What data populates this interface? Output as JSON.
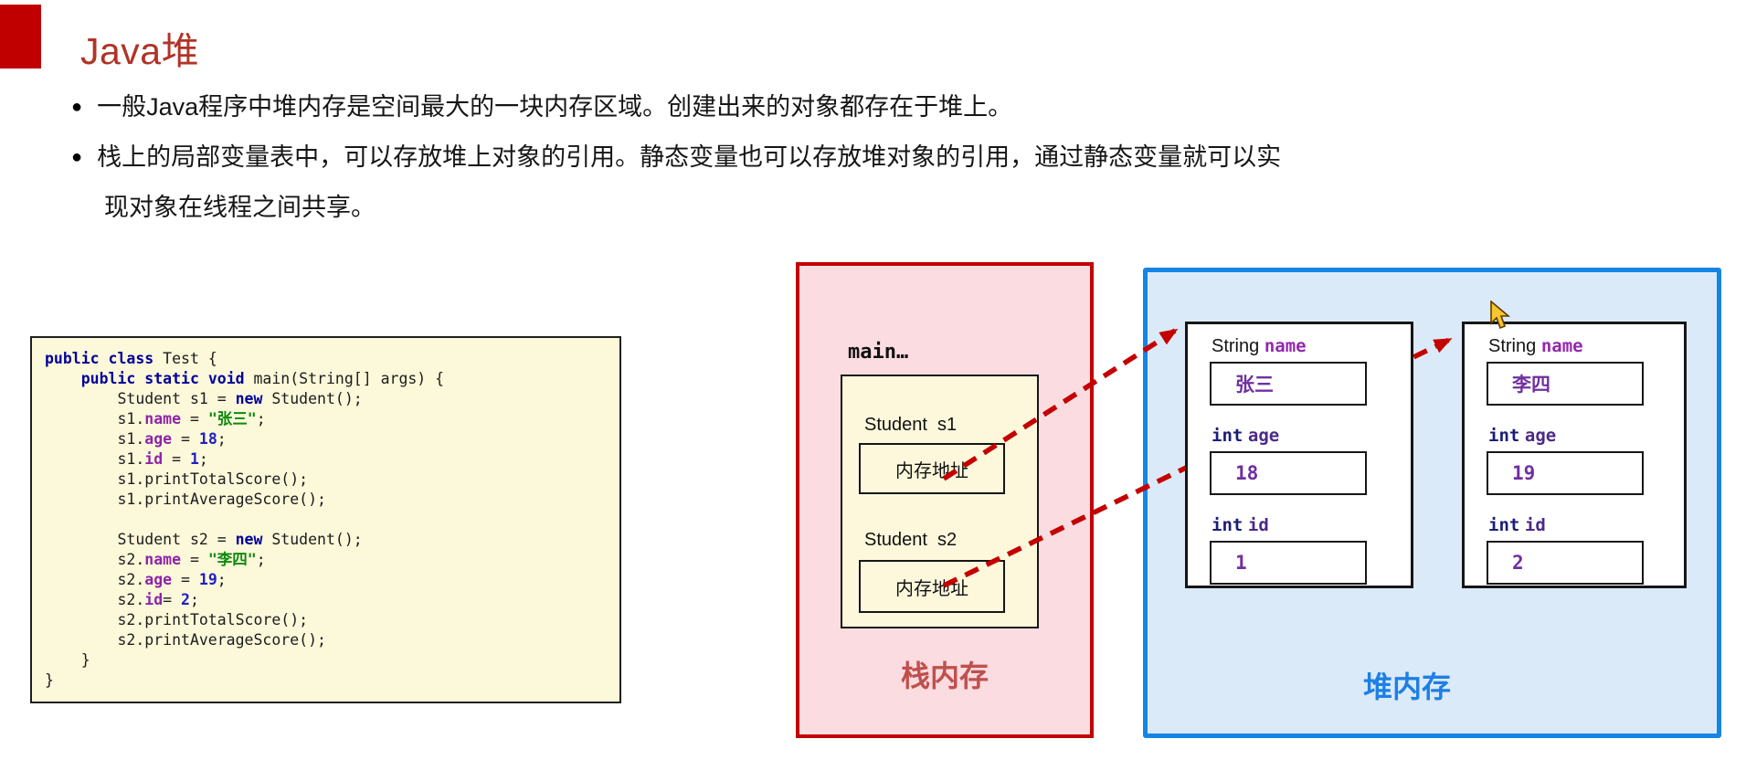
{
  "title": "Java堆",
  "bullets": [
    "一般Java程序中堆内存是空间最大的一块内存区域。创建出来的对象都存在于堆上。",
    "栈上的局部变量表中，可以存放堆上对象的引用。静态变量也可以存放堆对象的引用，通过静态变量就可以实",
    "现对象在线程之间共享。"
  ],
  "code": {
    "lines": [
      [
        [
          "k",
          "public class "
        ],
        [
          "p",
          "Test {"
        ]
      ],
      [
        [
          "p",
          "    "
        ],
        [
          "k",
          "public static void "
        ],
        [
          "p",
          "main(String[] args) {"
        ]
      ],
      [
        [
          "p",
          "        Student s1 = "
        ],
        [
          "k",
          "new"
        ],
        [
          "p",
          " Student();"
        ]
      ],
      [
        [
          "p",
          "        s1."
        ],
        [
          "f",
          "name"
        ],
        [
          "p",
          " = "
        ],
        [
          "s",
          "\"张三\""
        ],
        [
          "p",
          ";"
        ]
      ],
      [
        [
          "p",
          "        s1."
        ],
        [
          "f",
          "age"
        ],
        [
          "p",
          " = "
        ],
        [
          "n",
          "18"
        ],
        [
          "p",
          ";"
        ]
      ],
      [
        [
          "p",
          "        s1."
        ],
        [
          "f",
          "id"
        ],
        [
          "p",
          " = "
        ],
        [
          "n",
          "1"
        ],
        [
          "p",
          ";"
        ]
      ],
      [
        [
          "p",
          "        s1.printTotalScore();"
        ]
      ],
      [
        [
          "p",
          "        s1.printAverageScore();"
        ]
      ],
      [
        [
          "p",
          ""
        ]
      ],
      [
        [
          "p",
          "        Student s2 = "
        ],
        [
          "k",
          "new"
        ],
        [
          "p",
          " Student();"
        ]
      ],
      [
        [
          "p",
          "        s2."
        ],
        [
          "f",
          "name"
        ],
        [
          "p",
          " = "
        ],
        [
          "s",
          "\"李四\""
        ],
        [
          "p",
          ";"
        ]
      ],
      [
        [
          "p",
          "        s2."
        ],
        [
          "f",
          "age"
        ],
        [
          "p",
          " = "
        ],
        [
          "n",
          "19"
        ],
        [
          "p",
          ";"
        ]
      ],
      [
        [
          "p",
          "        s2."
        ],
        [
          "f",
          "id"
        ],
        [
          "p",
          "= "
        ],
        [
          "n",
          "2"
        ],
        [
          "p",
          ";"
        ]
      ],
      [
        [
          "p",
          "        s2.printTotalScore();"
        ]
      ],
      [
        [
          "p",
          "        s2.printAverageScore();"
        ]
      ],
      [
        [
          "p",
          "    }"
        ]
      ],
      [
        [
          "p",
          "}"
        ]
      ]
    ]
  },
  "stack": {
    "label": "栈内存",
    "frame_label": "main…",
    "vars": [
      {
        "decl": "Student  s1",
        "ref": "内存地址"
      },
      {
        "decl": "Student  s2",
        "ref": "内存地址"
      }
    ]
  },
  "heap": {
    "label": "堆内存",
    "objects": [
      {
        "fields": [
          {
            "type": "String",
            "name": "name",
            "value": "张三"
          },
          {
            "type": "int",
            "name": "age",
            "value": "18"
          },
          {
            "type": "int",
            "name": "id",
            "value": "1"
          }
        ]
      },
      {
        "fields": [
          {
            "type": "String",
            "name": "name",
            "value": "李四"
          },
          {
            "type": "int",
            "name": "age",
            "value": "19"
          },
          {
            "type": "int",
            "name": "id",
            "value": "2"
          }
        ]
      }
    ]
  },
  "colors": {
    "accent_red": "#c40000",
    "title_red": "#b03427",
    "stack_bg": "#fbdce1",
    "stack_label": "#c0504d",
    "heap_border": "#1585e5",
    "heap_bg": "#dbeaf8",
    "heap_label": "#1e7fe5",
    "code_bg": "#fcf8da",
    "arrow_red": "#c40000"
  }
}
